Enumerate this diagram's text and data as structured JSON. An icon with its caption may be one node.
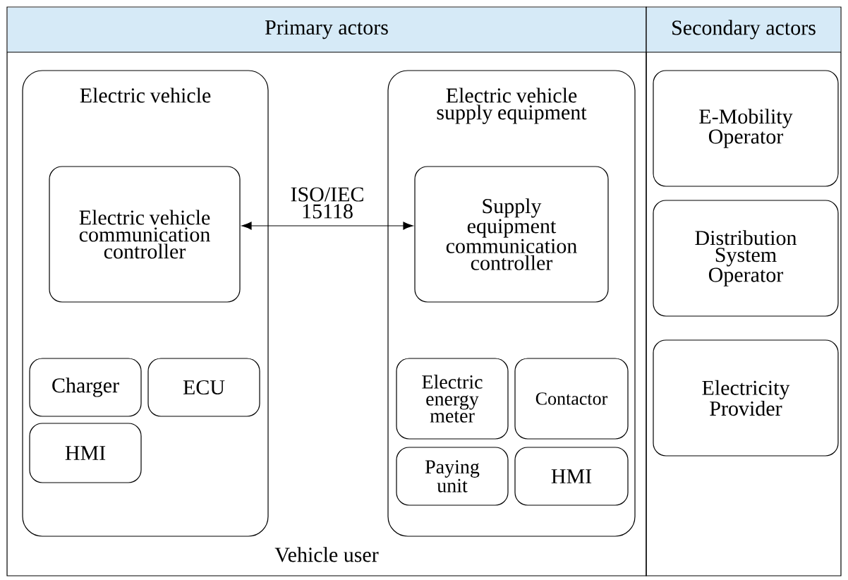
{
  "diagram": {
    "nodes": [
      {
        "text": [
          "Primary actors",
          "Vehicle user"
        ]
      },
      {
        "text": [
          "Secondary actors"
        ]
      },
      {
        "text": [
          "Electric vehicle"
        ],
        "in": 0
      },
      {
        "text": [
          "Electric vehicle communication controller"
        ],
        "in": 2
      },
      {
        "text": [
          "Charger"
        ],
        "in": 2
      },
      {
        "text": [
          "ECU"
        ],
        "in": 2
      },
      {
        "text": [
          "HMI"
        ],
        "in": 2
      },
      {
        "text": [
          "Electric vehicle supply equipment"
        ],
        "in": 0
      },
      {
        "text": [
          "Supply equipment communication controller"
        ],
        "in": 7
      },
      {
        "text": [
          "Electric energy meter"
        ],
        "in": 7
      },
      {
        "text": [
          "Contactor"
        ],
        "in": 7
      },
      {
        "text": [
          "Paying unit"
        ],
        "in": 7
      },
      {
        "text": [
          "HMI"
        ],
        "in": 7
      },
      {
        "text": [
          "E-Mobility Operator"
        ],
        "in": 1
      },
      {
        "text": [
          "Distribution System Operator"
        ],
        "in": 1
      },
      {
        "text": [
          "Electricity Provider"
        ],
        "in": 1
      }
    ],
    "edges": [
      {
        "from": 3,
        "to": 8,
        "arrow": "both",
        "label": "ISO/IEC 15118"
      }
    ]
  }
}
